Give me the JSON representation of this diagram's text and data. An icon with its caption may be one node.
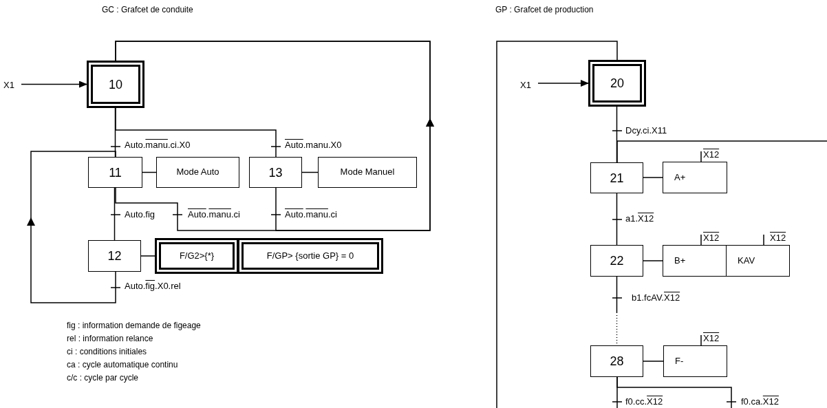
{
  "diagram": {
    "nodes": [
      {
        "text": [
          "10"
        ]
      },
      {
        "text": [
          "X1"
        ]
      },
      {
        "text": [
          "11"
        ]
      },
      {
        "text": [
          "Mode Auto"
        ]
      },
      {
        "text": [
          "13"
        ]
      },
      {
        "text": [
          "Mode Manuel"
        ]
      },
      {
        "text": [
          "12"
        ]
      },
      {
        "text": [
          "F/G2>{*}"
        ]
      },
      {
        "text": [
          "F/GP> {sortie GP} = 0"
        ]
      },
      {
        "text": [
          "20"
        ]
      },
      {
        "text": [
          "X1"
        ]
      },
      {
        "text": [
          "21"
        ]
      },
      {
        "text": [
          "A+"
        ],
        "beside": [
          "X12"
        ]
      },
      {
        "text": [
          "22"
        ]
      },
      {
        "text": [
          "B+"
        ],
        "beside": [
          "X12"
        ]
      },
      {
        "text": [
          "KAV"
        ],
        "beside": [
          "X12"
        ]
      },
      {
        "text": [
          "28"
        ]
      },
      {
        "text": [
          "F-"
        ],
        "beside": [
          "X12"
        ]
      }
    ],
    "edges": [
      {
        "from": 1,
        "to": 0,
        "arrow": "to"
      },
      {
        "from": 0,
        "to": 2,
        "arrow": "none",
        "label": "Auto.manu.ci.X0"
      },
      {
        "from": 0,
        "to": 4,
        "arrow": "none",
        "label": "Auto.manu.X0"
      },
      {
        "from": 2,
        "to": 6,
        "arrow": "none",
        "label": "Auto.fig"
      },
      {
        "from": 2,
        "to": 0,
        "arrow": "to",
        "label": "Auto.manu.ci"
      },
      {
        "from": 4,
        "to": 0,
        "arrow": "to",
        "label": "Auto.manu.ci"
      },
      {
        "from": 6,
        "to": 2,
        "arrow": "to",
        "label": "Auto.fig.X0.rel"
      },
      {
        "from": 2,
        "to": 3,
        "arrow": "none"
      },
      {
        "from": 4,
        "to": 5,
        "arrow": "none"
      },
      {
        "from": 6,
        "to": 7,
        "arrow": "none"
      },
      {
        "from": 10,
        "to": 9,
        "arrow": "to"
      },
      {
        "from": 9,
        "to": 11,
        "arrow": "none",
        "label": "Dcy.ci.X11"
      },
      {
        "from": null,
        "to": 11,
        "arrow": "none"
      },
      {
        "from": 11,
        "to": 13,
        "arrow": "none",
        "label": "a1.X12"
      },
      {
        "from": 13,
        "to": 16,
        "arrow": "none",
        "label": "b1.fcAV.X12",
        "style": "dashed"
      },
      {
        "from": 16,
        "to": null,
        "arrow": "none",
        "label": "f0.cc.X12"
      },
      {
        "from": 16,
        "to": null,
        "arrow": "none",
        "label": "f0.ca.X12"
      },
      {
        "from": null,
        "to": 9,
        "arrow": "none"
      },
      {
        "from": 11,
        "to": 12,
        "arrow": "none"
      },
      {
        "from": 13,
        "to": 14,
        "arrow": "none"
      },
      {
        "from": 16,
        "to": 17,
        "arrow": "none"
      }
    ],
    "labels": [
      "GC : Grafcet de conduite",
      "GP : Grafcet de production",
      "fig : information demande de figeage",
      "rel : information relance",
      "ci : conditions initiales",
      "ca : cycle automatique continu",
      "c/c : cycle par cycle"
    ]
  }
}
